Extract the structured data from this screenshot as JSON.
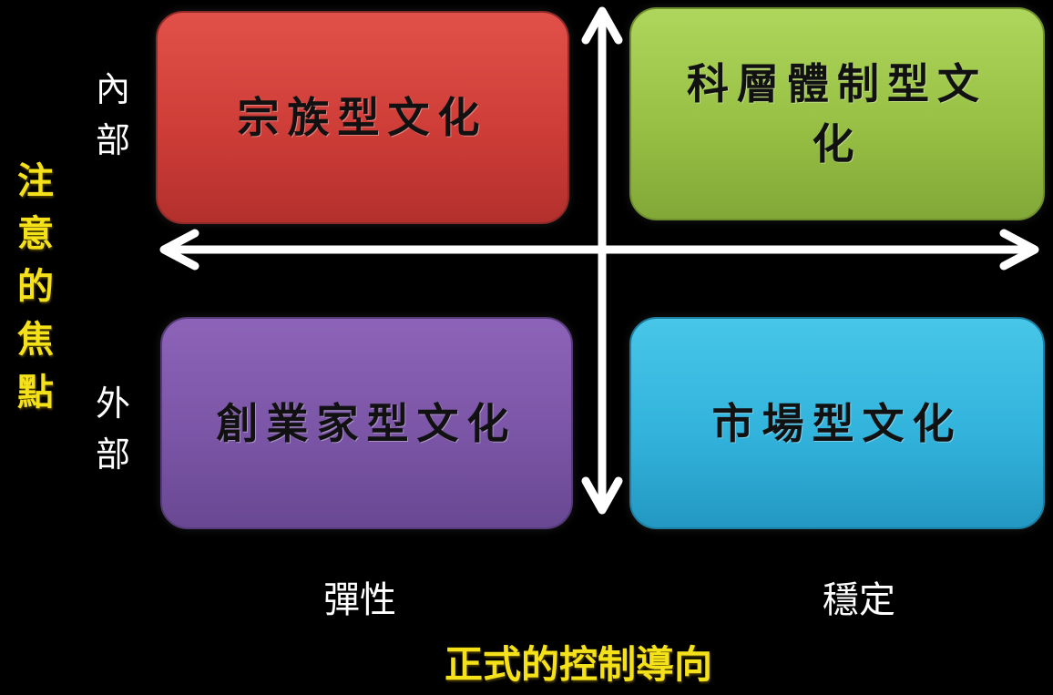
{
  "quadrants": {
    "clan": {
      "label": "宗族型文化",
      "color": "#cf3d38"
    },
    "hierarchy": {
      "label": "科層體制型文化",
      "color": "#98c044"
    },
    "adhocracy": {
      "label": "創業家型文化",
      "color": "#7b55a6"
    },
    "market": {
      "label": "市場型文化",
      "color": "#32b3dc"
    }
  },
  "vertical_axis": {
    "title": "注意的焦點",
    "top_label": "內部",
    "bottom_label": "外部"
  },
  "horizontal_axis": {
    "title": "正式的控制導向",
    "left_label": "彈性",
    "right_label": "穩定"
  },
  "colors": {
    "background": "#000000",
    "axis_arrows": "#ffffff",
    "axis_title": "#f5e11a",
    "quadrant_text": "#111111"
  }
}
